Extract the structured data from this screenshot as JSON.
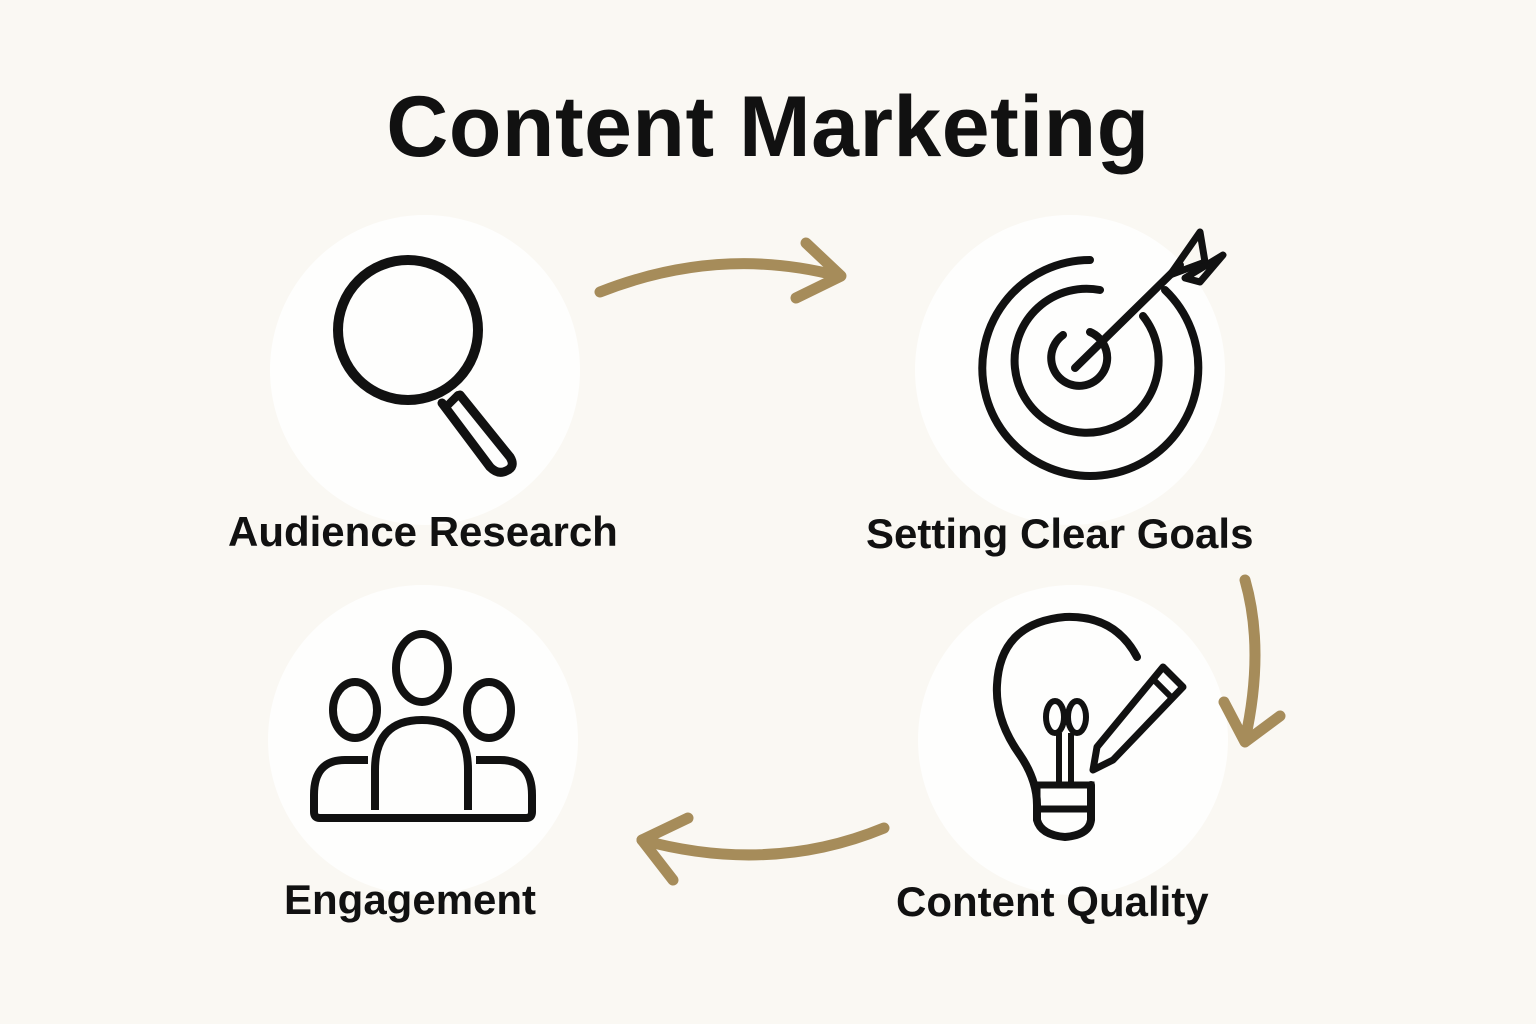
{
  "title": "Content Marketing",
  "colors": {
    "background": "#faf8f3",
    "circle": "#fefefd",
    "icon_stroke": "#111111",
    "arrow": "#a68c5a"
  },
  "steps": [
    {
      "label": "Audience Research",
      "icon": "magnifying-glass-icon"
    },
    {
      "label": "Setting Clear Goals",
      "icon": "target-arrow-icon"
    },
    {
      "label": "Content Quality",
      "icon": "lightbulb-pencil-icon"
    },
    {
      "label": "Engagement",
      "icon": "people-group-icon"
    }
  ],
  "arrows": [
    {
      "from": "Audience Research",
      "to": "Setting Clear Goals",
      "direction": "right"
    },
    {
      "from": "Setting Clear Goals",
      "to": "Content Quality",
      "direction": "down"
    },
    {
      "from": "Content Quality",
      "to": "Engagement",
      "direction": "left"
    }
  ]
}
